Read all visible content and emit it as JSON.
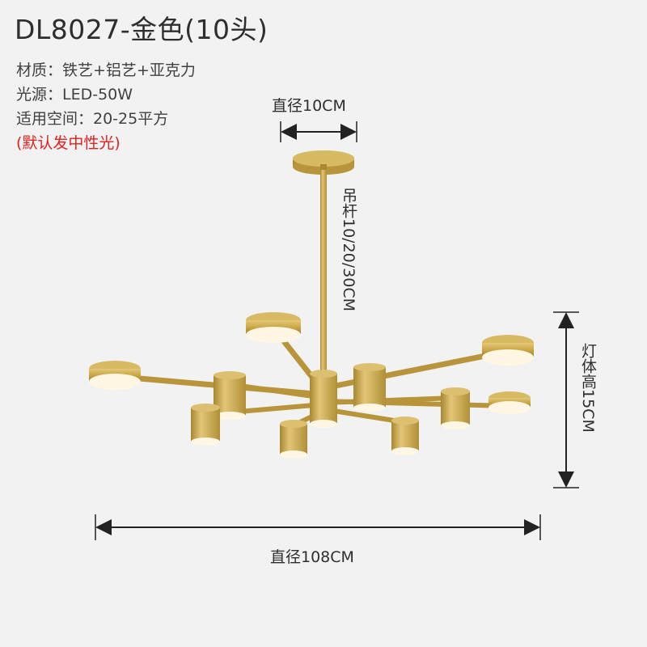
{
  "product": {
    "title": "DL8027-金色(10头)",
    "material": "材质：铁艺+铝艺+亚克力",
    "light_source": "光源：LED-50W",
    "area": "适用空间：20-25平方",
    "note": "(默认发中性光)"
  },
  "dimensions": {
    "canopy_diameter": "直径10CM",
    "rod_length": "吊杆10/20/30CM",
    "body_height": "灯体高15CM",
    "overall_diameter": "直径108CM"
  },
  "colors": {
    "background": "#f2f2f2",
    "gold": "#c9a645",
    "note_red": "#e0201e"
  }
}
